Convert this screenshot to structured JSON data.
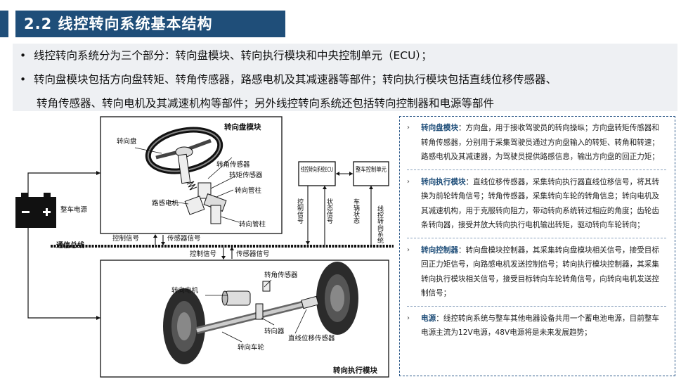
{
  "header": {
    "title": "2.2 线控转向系统基本结构"
  },
  "bullets": [
    {
      "text": "线控转向系统分为三个部分：转向盘模块、转向执行模块和中央控制单元（ECU）；"
    },
    {
      "line1": "转向盘模块包括方向盘转矩、转角传感器，路感电机及其减速器等部件；转向执行模块包括直线位移传感器、",
      "line2": "转角传感器、转向电机及其减速机构等部件；另外线控转向系统还包括转向控制器和电源等部件"
    }
  ],
  "diagram": {
    "steering_module_title": "转向盘模块",
    "actuator_module_title": "转向执行模块",
    "labels": {
      "steering_wheel": "转向盘",
      "angle_sensor_top": "转角传感器",
      "torque_sensor": "转矩传感器",
      "steering_column": "转向管柱",
      "steering_column_2": "转向管柱",
      "feedback_motor": "路感电机",
      "battery": "整车电源",
      "bus": "通信总线",
      "control_signal_top": "控制信号",
      "sensor_signal_top": "传感器信号",
      "control_signal_bottom": "控制信号",
      "sensor_signal_bottom": "传感器信号",
      "ecu_box": "线控转向系统ECU",
      "vehicle_ctrl_box": "整车控制单元",
      "v_control_signal": "控制信号",
      "v_status_signal": "状态信号",
      "v_vehicle_status": "车辆状态",
      "v_sbw_system": "线控转向系统",
      "steering_motor": "转向电机",
      "angle_sensor_bottom": "转角传感器",
      "steering_gear": "转向器",
      "linear_sensor": "直线位移传感器",
      "steering_wheel_car": "转向车轮"
    },
    "colors": {
      "ink": "#111111",
      "accent": "#1f4e79",
      "tire": "#2b2b2b"
    }
  },
  "info": [
    {
      "head": "转向盘模块",
      "body": "：方向盘，用于接收驾驶员的转向操纵；方向盘转矩传感器和转角传感器，分别用于采集驾驶员通过方向盘输入的转矩、转角和转速；路感电机及其减速器，为驾驶员提供路感信息，输出方向盘的回正力矩；"
    },
    {
      "head": "转向执行模块",
      "body": "：直线位移传感器，采集转向执行器直线位移信号，将其转换为前轮转角信号；转角传感器，采集转向车轮的转角信息；转向电机及其减速机构，用于克服转向阻力，带动转向系统转过相应的角度；齿轮齿条转向器，接受并放大转向执行电机输出转矩，驱动转向车轮转向；"
    },
    {
      "head": "转向控制器",
      "body": "：转向盘模块控制器，其采集转向盘模块相关信号，接受目标回正力矩信号，向路感电机发送控制信号；转向执行模块控制器，其采集转向执行模块相关信号，接受目标转向车轮转角信号，向转向电机发送控制信号；"
    },
    {
      "head": "电源",
      "body": "：线控转向系统与整车其他电器设备共用一个蓄电池电源，目前整车电源主流为12V电源，48V电源将是未来发展趋势；"
    }
  ]
}
